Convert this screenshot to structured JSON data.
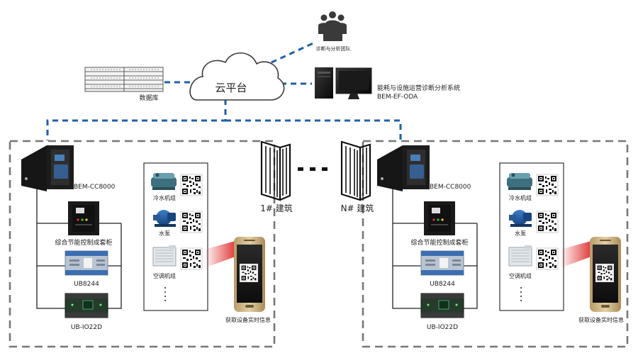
{
  "cloud": {
    "label": "云平台"
  },
  "database": {
    "label": "数据库"
  },
  "team": {
    "label": "诊断与分析团队"
  },
  "system": {
    "line1": "能耗与设施运营诊断分析系统",
    "line2": "BEM-EF-ODA"
  },
  "building_left": {
    "label": "1#  建筑"
  },
  "building_right": {
    "label": "N#  建筑"
  },
  "site": {
    "controller_label": "BEM-CC8000",
    "cabinet_label": "综合节能控制成套柜",
    "ub_label": "UB8244",
    "io_label": "UB-IO22D",
    "equipment": [
      {
        "label": "冷水机组"
      },
      {
        "label": "水泵"
      },
      {
        "label": "空调机组"
      }
    ],
    "phone_caption": "获取设备实时信息"
  },
  "colors": {
    "link": "#1f5fa8",
    "frame": "#777777",
    "laser": "#e03030"
  }
}
